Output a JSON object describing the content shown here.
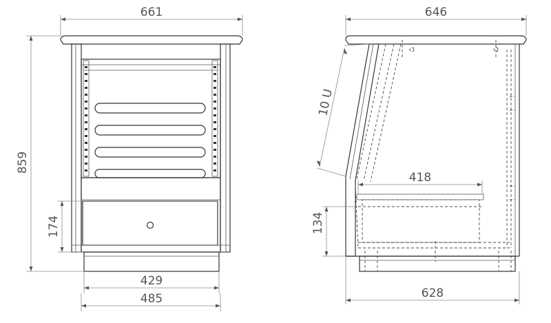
{
  "front_view": {
    "width_top": "661",
    "height_total": "859",
    "drawer_height": "174",
    "drawer_width": "429",
    "base_width": "485"
  },
  "side_view": {
    "depth_top": "646",
    "rack_units": "10 U",
    "shelf_depth": "418",
    "lower_height": "134",
    "base_depth": "628"
  },
  "colors": {
    "line": "#333333",
    "dimension": "#8a8a8a",
    "text": "#555555",
    "background": "#ffffff"
  }
}
